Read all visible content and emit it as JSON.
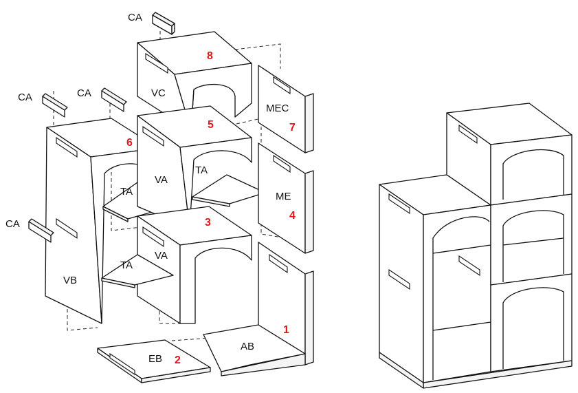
{
  "colors": {
    "number": "#e3141b",
    "ink": "#111111",
    "background": "#ffffff"
  },
  "labels": {
    "ca_top": "CA",
    "ca_left": "CA",
    "ca_mid": "CA",
    "ca_lower": "CA",
    "vc": "VC",
    "mec": "MEC",
    "ta_upper": "TA",
    "ta_mid": "TA",
    "va_upper": "VA",
    "me": "ME",
    "ta_lower": "TA",
    "va_lower": "VA",
    "vb": "VB",
    "eb": "EB",
    "ab": "AB"
  },
  "numbers": {
    "n8": "8",
    "n7": "7",
    "n6": "6",
    "n5": "5",
    "n4": "4",
    "n3": "3",
    "n1": "1",
    "n2": "2"
  }
}
